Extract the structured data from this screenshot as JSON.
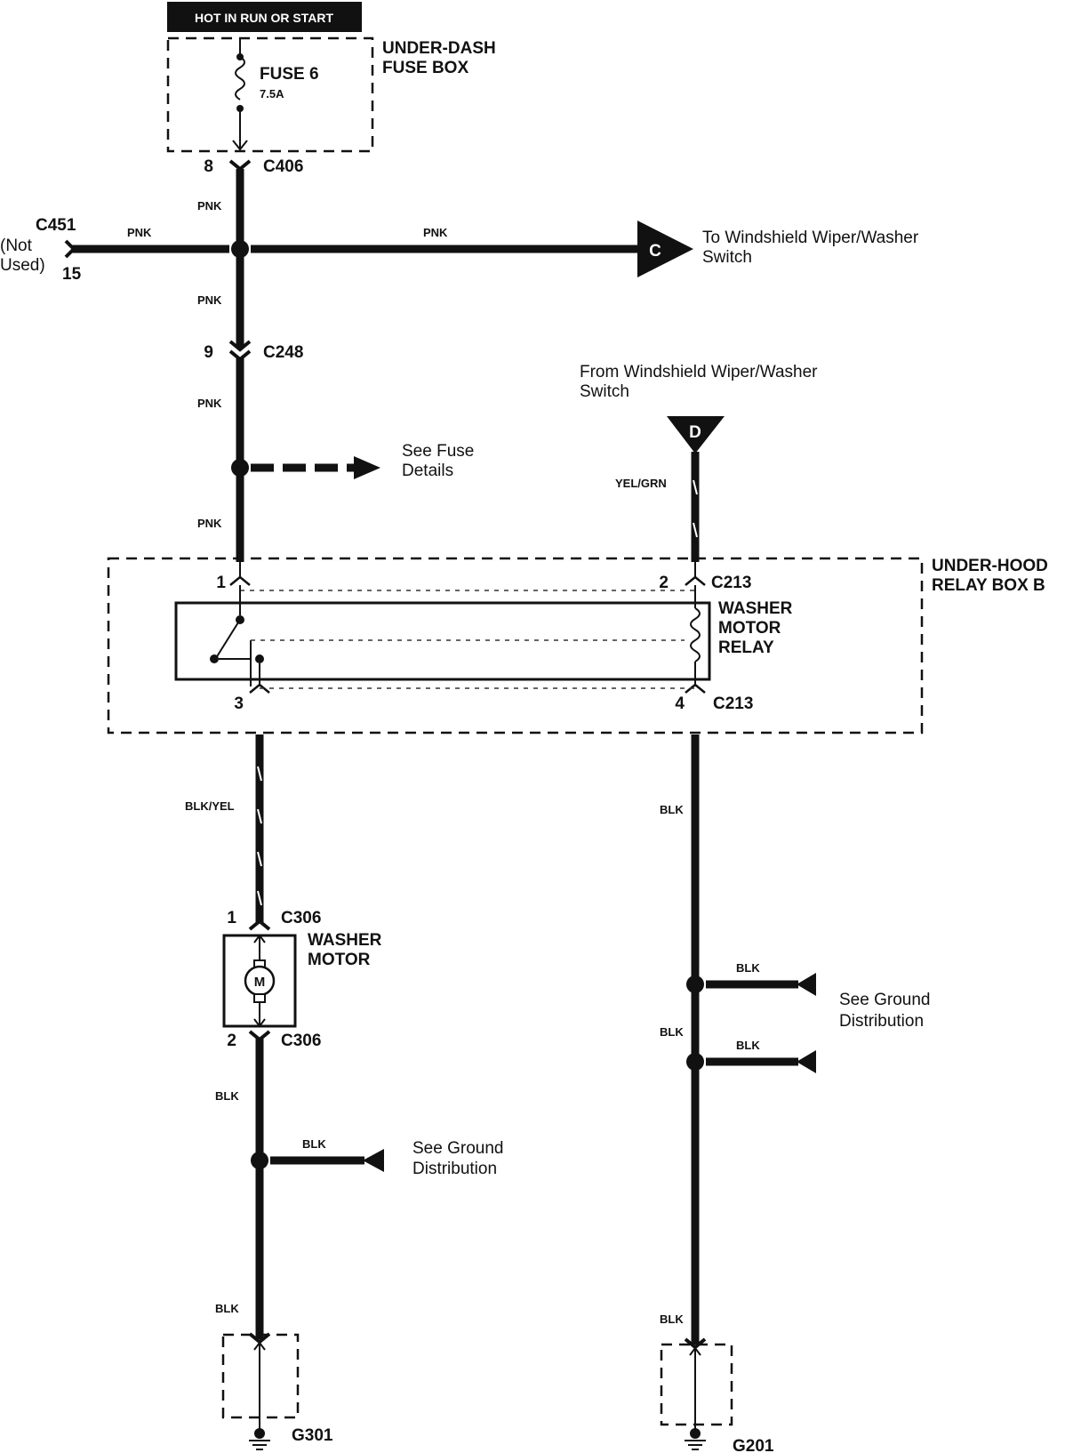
{
  "header": {
    "power_label": "HOT IN RUN OR START"
  },
  "fuse_box": {
    "name_line1": "UNDER-DASH",
    "name_line2": "FUSE BOX",
    "fuse_name": "FUSE 6",
    "fuse_rating": "7.5A"
  },
  "connectors": {
    "c406": {
      "pin": "8",
      "name": "C406"
    },
    "c451": {
      "name": "C451",
      "note_line1": "(Not",
      "note_line2": "Used)",
      "pin": "15"
    },
    "c248": {
      "pin": "9",
      "name": "C248"
    },
    "c213_pin1": {
      "pin": "1"
    },
    "c213_pin2": {
      "pin": "2",
      "name": "C213"
    },
    "c213_pin3": {
      "pin": "3"
    },
    "c213_pin4": {
      "pin": "4",
      "name": "C213"
    },
    "c306_pin1": {
      "pin": "1",
      "name": "C306"
    },
    "c306_pin2": {
      "pin": "2",
      "name": "C306"
    }
  },
  "wires": {
    "pnk_a": "PNK",
    "pnk_left": "PNK",
    "pnk_right": "PNK",
    "pnk_b": "PNK",
    "pnk_c": "PNK",
    "pnk_d": "PNK",
    "yel_grn": "YEL/GRN",
    "blk_yel": "BLK/YEL",
    "blk_right_1": "BLK",
    "blk_right_2": "BLK",
    "blk_right_3": "BLK",
    "blk_branch_1": "BLK",
    "blk_branch_2": "BLK",
    "blk_branch_3": "BLK",
    "blk_left_1": "BLK",
    "blk_left_2": "BLK"
  },
  "refs": {
    "to_switch_line1": "To Windshield Wiper/Washer",
    "to_switch_line2": "Switch",
    "to_letter": "C",
    "from_switch_line1": "From Windshield Wiper/Washer",
    "from_switch_line2": "Switch",
    "from_letter": "D",
    "fuse_details_line1": "See Fuse",
    "fuse_details_line2": "Details",
    "ground_dist_right_line1": "See Ground",
    "ground_dist_right_line2": "Distribution",
    "ground_dist_left_line1": "See Ground",
    "ground_dist_left_line2": "Distribution"
  },
  "relay_box": {
    "name_line1": "UNDER-HOOD",
    "name_line2": "RELAY BOX B",
    "relay_line1": "WASHER",
    "relay_line2": "MOTOR",
    "relay_line3": "RELAY"
  },
  "motor": {
    "name_line1": "WASHER",
    "name_line2": "MOTOR",
    "symbol": "M"
  },
  "grounds": {
    "left": "G301",
    "right": "G201"
  }
}
